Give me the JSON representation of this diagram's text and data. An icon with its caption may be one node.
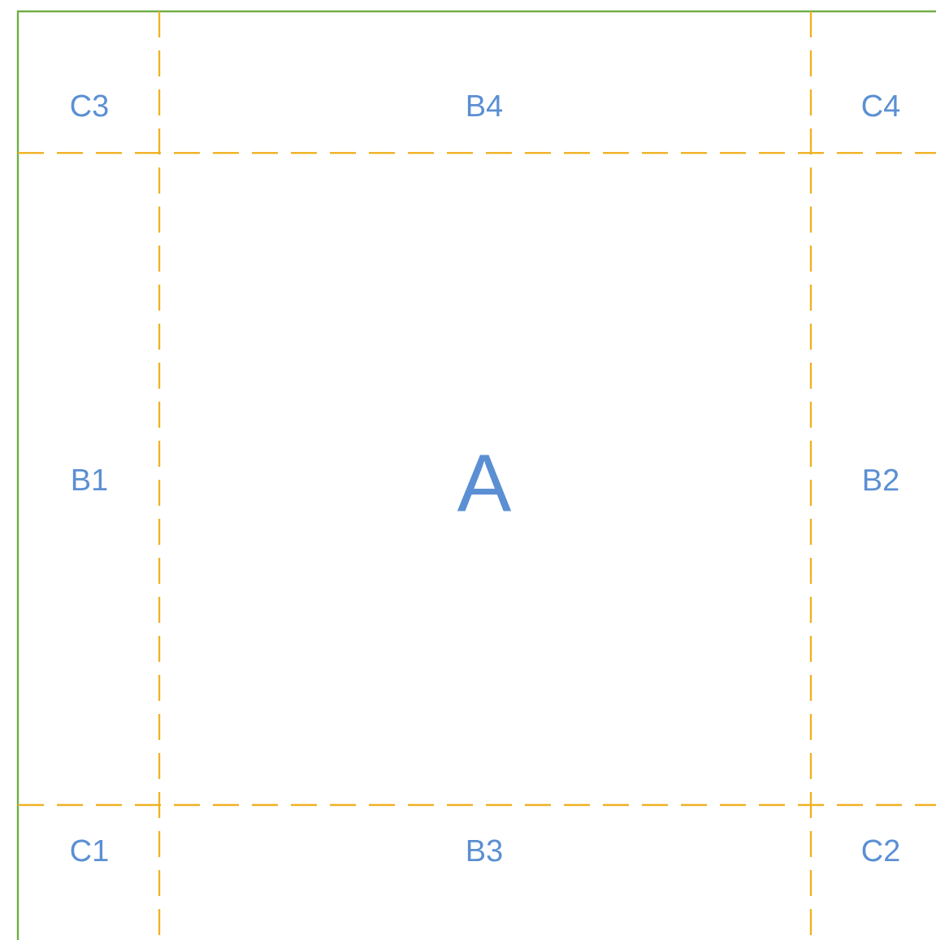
{
  "diagram": {
    "labels": [
      "C3",
      "B4",
      "C4",
      "B1",
      "A",
      "B2",
      "C1",
      "B3",
      "C2"
    ]
  }
}
